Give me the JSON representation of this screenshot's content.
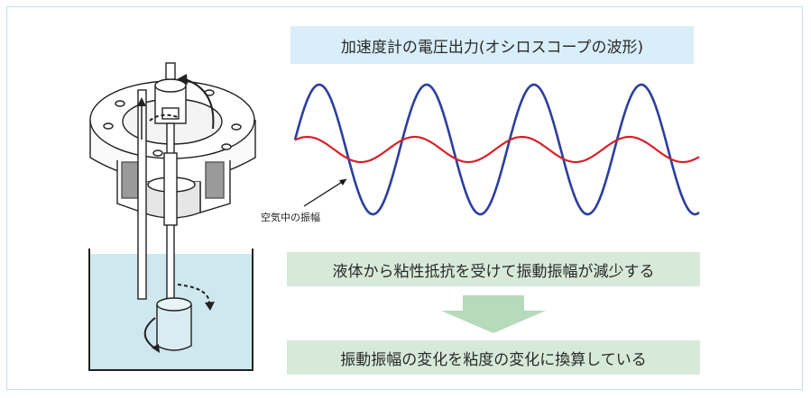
{
  "title": "加速度計の電圧出力(オシロスコープの波形)",
  "air_label": "空気中の振幅",
  "step1": "液体から粘性抵抗を受けて振動振幅が減少する",
  "step2": "振動振幅の変化を粘度の変化に換算している",
  "colors": {
    "air_wave": "#2b3f9e",
    "liquid_wave": "#d6202a",
    "title_bg": "#d8eef9",
    "step_bg": "#d7ead9",
    "arrow": "#b7d9bc",
    "liquid": "#cfe7ee"
  }
}
